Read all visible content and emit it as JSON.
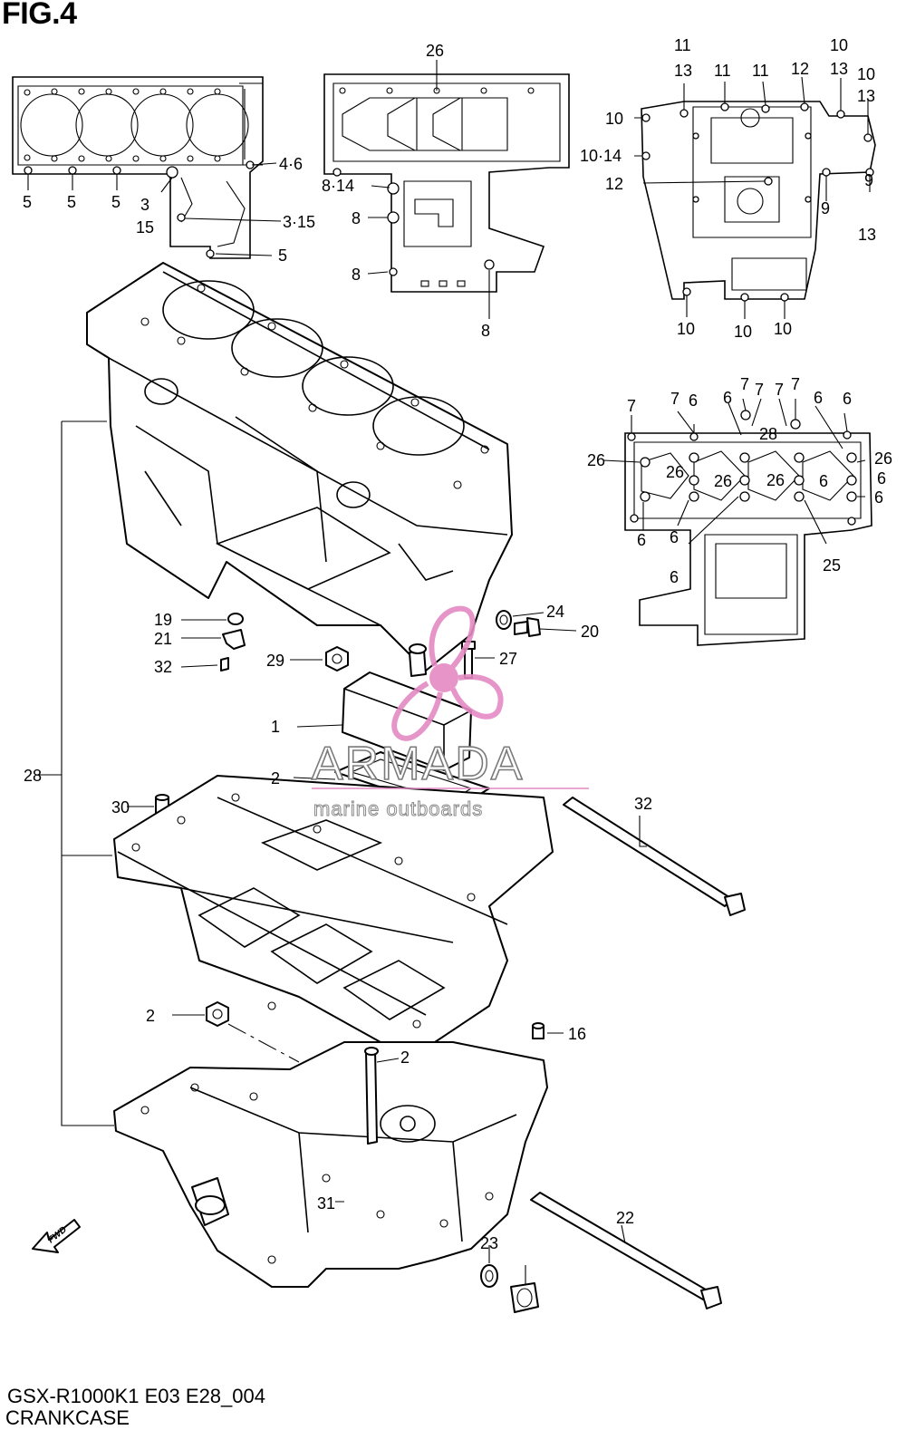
{
  "figure": {
    "title": "FIG.4",
    "model_code": "GSX-R1000K1 E03 E28_004",
    "section_name": "CRANKCASE"
  },
  "watermark": {
    "brand": "ARMADA",
    "tagline": "marine outboards",
    "logo_color": "#e48ac4",
    "logo_center_color": "#e58ac3"
  },
  "fwd_arrow_label": "FWD",
  "callouts": [
    {
      "id": "c-5a",
      "text": "5"
    },
    {
      "id": "c-5b",
      "text": "5"
    },
    {
      "id": "c-5c",
      "text": "5"
    },
    {
      "id": "c-3",
      "text": "3"
    },
    {
      "id": "c-15",
      "text": "15"
    },
    {
      "id": "c-4-6",
      "text": "4·6"
    },
    {
      "id": "c-3-15",
      "text": "3·15"
    },
    {
      "id": "c-5d",
      "text": "5"
    },
    {
      "id": "c-26-top",
      "text": "26"
    },
    {
      "id": "c-8-14",
      "text": "8·14"
    },
    {
      "id": "c-8a",
      "text": "8"
    },
    {
      "id": "c-8b",
      "text": "8"
    },
    {
      "id": "c-8c",
      "text": "8"
    },
    {
      "id": "c-11a",
      "text": "11"
    },
    {
      "id": "c-13a",
      "text": "13"
    },
    {
      "id": "c-11b",
      "text": "11"
    },
    {
      "id": "c-11c",
      "text": "11"
    },
    {
      "id": "c-12a",
      "text": "12"
    },
    {
      "id": "c-10a",
      "text": "10"
    },
    {
      "id": "c-13b",
      "text": "13"
    },
    {
      "id": "c-10b",
      "text": "10"
    },
    {
      "id": "c-13c",
      "text": "13"
    },
    {
      "id": "c-10c",
      "text": "10"
    },
    {
      "id": "c-10-14",
      "text": "10·14"
    },
    {
      "id": "c-12b",
      "text": "12"
    },
    {
      "id": "c-9a",
      "text": "9"
    },
    {
      "id": "c-9b",
      "text": "9"
    },
    {
      "id": "c-13d",
      "text": "13"
    },
    {
      "id": "c-10d",
      "text": "10"
    },
    {
      "id": "c-10e",
      "text": "10"
    },
    {
      "id": "c-10f",
      "text": "10"
    },
    {
      "id": "c-7a",
      "text": "7"
    },
    {
      "id": "c-7b",
      "text": "7"
    },
    {
      "id": "c-6a",
      "text": "6"
    },
    {
      "id": "c-6b",
      "text": "6"
    },
    {
      "id": "c-7c",
      "text": "7"
    },
    {
      "id": "c-7d",
      "text": "7"
    },
    {
      "id": "c-7e",
      "text": "7"
    },
    {
      "id": "c-6c",
      "text": "6"
    },
    {
      "id": "c-7f",
      "text": "7"
    },
    {
      "id": "c-28-top",
      "text": "28"
    },
    {
      "id": "c-6d",
      "text": "6"
    },
    {
      "id": "c-26a",
      "text": "26"
    },
    {
      "id": "c-26b",
      "text": "26"
    },
    {
      "id": "c-26c",
      "text": "26"
    },
    {
      "id": "c-26d",
      "text": "26"
    },
    {
      "id": "c-6e",
      "text": "6"
    },
    {
      "id": "c-26e",
      "text": "26"
    },
    {
      "id": "c-6f",
      "text": "6"
    },
    {
      "id": "c-6g",
      "text": "6"
    },
    {
      "id": "c-6h",
      "text": "6"
    },
    {
      "id": "c-6i",
      "text": "6"
    },
    {
      "id": "c-6j",
      "text": "6"
    },
    {
      "id": "c-25",
      "text": "25"
    },
    {
      "id": "c-24",
      "text": "24"
    },
    {
      "id": "c-20",
      "text": "20"
    },
    {
      "id": "c-19",
      "text": "19"
    },
    {
      "id": "c-21",
      "text": "21"
    },
    {
      "id": "c-32a",
      "text": "32"
    },
    {
      "id": "c-29",
      "text": "29"
    },
    {
      "id": "c-27",
      "text": "27"
    },
    {
      "id": "c-1",
      "text": "1"
    },
    {
      "id": "c-28",
      "text": "28"
    },
    {
      "id": "c-2a",
      "text": "2"
    },
    {
      "id": "c-30",
      "text": "30"
    },
    {
      "id": "c-32b",
      "text": "32"
    },
    {
      "id": "c-2b",
      "text": "2"
    },
    {
      "id": "c-16",
      "text": "16"
    },
    {
      "id": "c-2c",
      "text": "2"
    },
    {
      "id": "c-31",
      "text": "31"
    },
    {
      "id": "c-22",
      "text": "22"
    },
    {
      "id": "c-23",
      "text": "23"
    }
  ]
}
